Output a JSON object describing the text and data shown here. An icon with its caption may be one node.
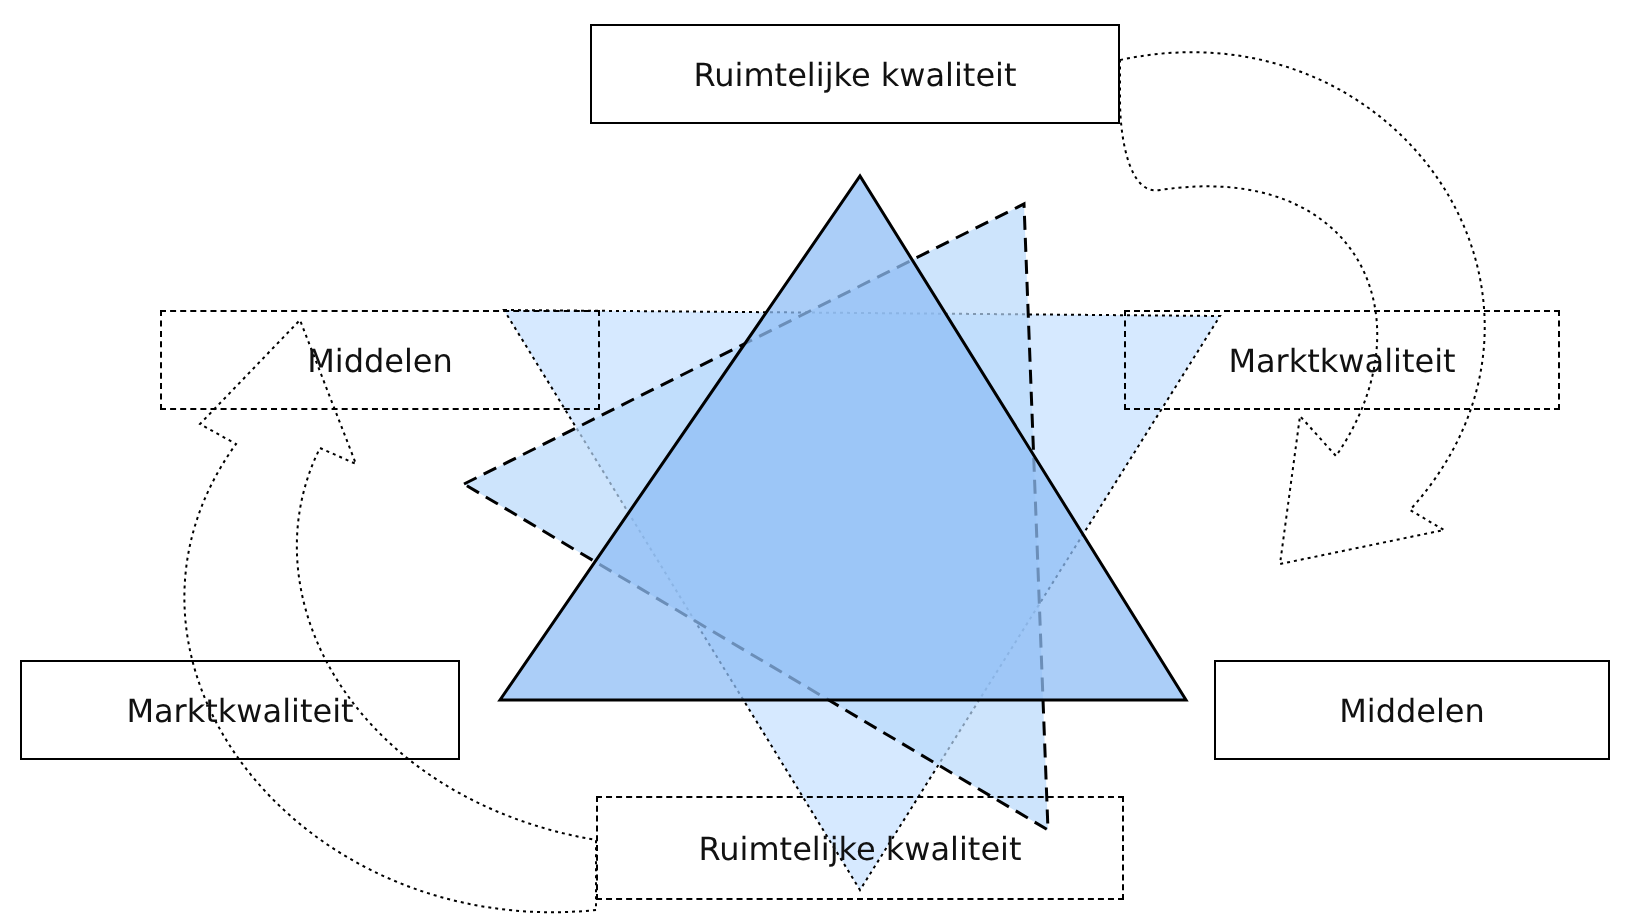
{
  "diagram": {
    "nodes": [
      {
        "text": [
          "Ruimtelijke kwaliteit"
        ]
      },
      {
        "text": [
          "Middelen"
        ]
      },
      {
        "text": [
          "Marktkwaliteit"
        ]
      },
      {
        "text": [
          "Marktkwaliteit"
        ]
      },
      {
        "text": [
          "Middelen"
        ]
      },
      {
        "text": [
          "Ruimtelijke kwaliteit"
        ]
      }
    ],
    "edges": [
      {
        "from": 0,
        "to": 2,
        "arrow": "to",
        "style": "dashed"
      },
      {
        "from": 5,
        "to": 1,
        "arrow": "to",
        "style": "dashed"
      }
    ]
  }
}
